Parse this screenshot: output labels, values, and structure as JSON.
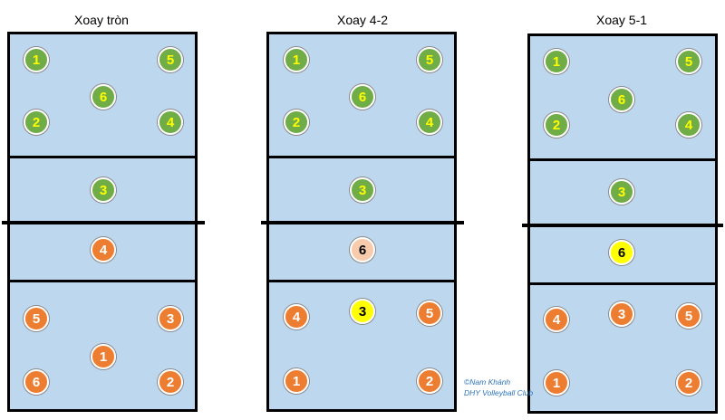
{
  "diagrams": [
    {
      "title": "Xoay tròn",
      "top_team": [
        "1",
        "5",
        "6",
        "2",
        "4",
        "3"
      ],
      "bottom_team": [
        "4",
        "5",
        "3",
        "1",
        "6",
        "2"
      ]
    },
    {
      "title": "Xoay 4-2",
      "top_team": [
        "1",
        "5",
        "6",
        "2",
        "4",
        "3"
      ],
      "bottom_team": [
        "6",
        "4",
        "3",
        "5",
        "1",
        "2"
      ]
    },
    {
      "title": "Xoay 5-1",
      "top_team": [
        "1",
        "5",
        "6",
        "2",
        "4",
        "3"
      ],
      "bottom_team": [
        "6",
        "4",
        "3",
        "5",
        "1",
        "2"
      ]
    }
  ],
  "colors": {
    "court": "#bdd7ee",
    "top_team": "#70ad47",
    "top_team_number": "#ffff00",
    "bottom_team": "#ed7d31",
    "setter_highlight": "#ffff00",
    "secondary_setter": "#f8cbad"
  },
  "credit": {
    "line1": "©Nam Khánh",
    "line2": "DHY Volleyball Club"
  }
}
